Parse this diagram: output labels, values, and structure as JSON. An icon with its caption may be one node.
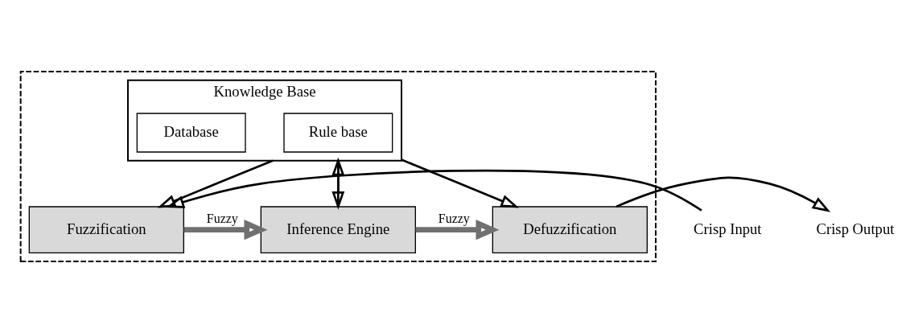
{
  "diagram": {
    "nodes": [
      {
        "text": [],
        "shape": "box"
      },
      {
        "text": [
          "Knowledge Base"
        ],
        "in": 0
      },
      {
        "text": [
          "Rule base"
        ],
        "in": 1
      },
      {
        "text": [
          "Database"
        ],
        "in": 1
      },
      {
        "text": [
          "Crisp Input"
        ]
      },
      {
        "text": [
          "Fuzzification"
        ],
        "in": 0
      },
      {
        "text": [
          "Inference Engine"
        ],
        "in": 0
      },
      {
        "text": [
          "Defuzzification"
        ],
        "in": 0
      },
      {
        "text": [
          "Crisp Output"
        ]
      }
    ],
    "edges": [
      {
        "from": 4,
        "to": 5,
        "arrow": "to"
      },
      {
        "from": 1,
        "to": 5,
        "arrow": "to"
      },
      {
        "from": 1,
        "to": 6,
        "arrow": "to"
      },
      {
        "from": 6,
        "to": 1,
        "arrow": "to"
      },
      {
        "from": 1,
        "to": 7,
        "arrow": "to"
      },
      {
        "from": 5,
        "to": 6,
        "arrow": "to",
        "label": "Fuzzy",
        "style": "thick",
        "color": "#707070"
      },
      {
        "from": 6,
        "to": 7,
        "arrow": "to",
        "label": "Fuzzy",
        "style": "thick",
        "color": "#707070"
      },
      {
        "from": 7,
        "to": 8,
        "arrow": "to"
      }
    ]
  }
}
